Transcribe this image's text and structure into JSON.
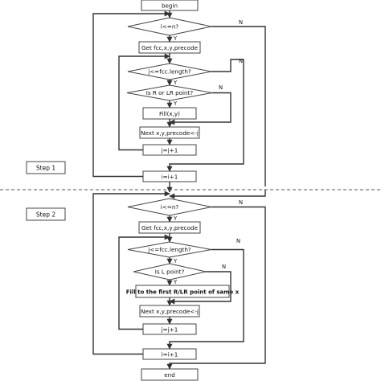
{
  "labels": {
    "begin": "begin",
    "end": "end",
    "yes": "Y",
    "no": "N"
  },
  "step1": {
    "label": "Step 1",
    "cond_i": "i<=n?",
    "get": "Get fcc,x,y,precode",
    "cond_j": "j<=fcc.length?",
    "cond_point": "Is R or LR point?",
    "fill": "Fill(x,y)",
    "next": "Next x,y,precode<-j",
    "inc_j": "j=j+1",
    "inc_i": "i=i+1"
  },
  "step2": {
    "label": "Step 2",
    "cond_i": "i<=n?",
    "get": "Get fcc,x,y,precode",
    "cond_j": "j<=fcc.length?",
    "cond_point": "Is L point?",
    "fill": "Fill to the first R/LR point of same x",
    "next": "Next x,y,precode<-j",
    "inc_j": "j=j+1",
    "inc_i": "i=i+1"
  },
  "colors": {
    "line": "#333333",
    "box_border": "#444444",
    "divider": "#555555"
  }
}
